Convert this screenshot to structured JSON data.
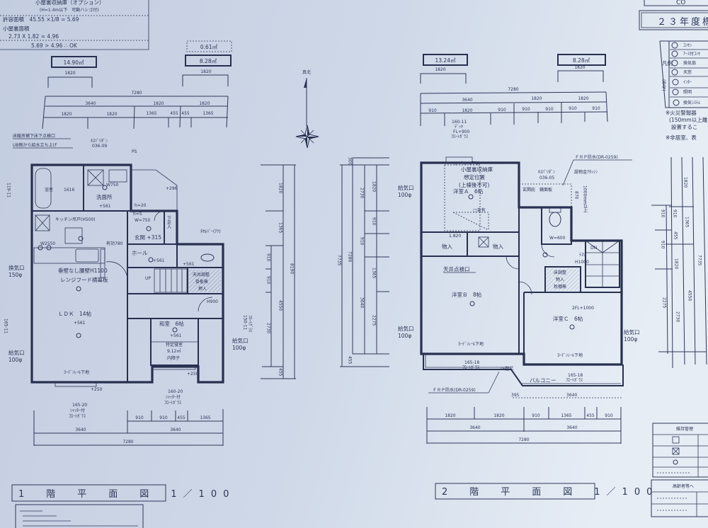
{
  "colors": {
    "paper_left": "#c3cde0",
    "paper_right": "#e3eaf3",
    "ink": "#27304f"
  },
  "notes_box": {
    "lines": [
      "小屋裏収納庫（オプション）",
      "(H=1.4m以下　可動ハシゴ付)",
      "許容面積　45.55 ×1/8 = 5.69",
      "小屋裏面積",
      "2.73 X 1.82 = 4.96",
      "5.69 > 4.96 ∴ OK"
    ]
  },
  "areas": {
    "f1_left": "14.90㎡",
    "f1_dashed": "0.61㎡",
    "f1_right": "8.28㎡",
    "f2_left": "13.24㎡",
    "f2_right": "8.28㎡"
  },
  "north": {
    "label": "真北",
    "icon": "compass-star-icon"
  },
  "floor1": {
    "title": "1　階　平　面　図　1／100",
    "dims_top": [
      "1820",
      "1820",
      "7280",
      "3640",
      "1820",
      "1820",
      "1820",
      "1820",
      "1365",
      "455",
      "455",
      "1365"
    ],
    "dims_bottom": [
      "910",
      "910",
      "455",
      "1365",
      "3640",
      "3640",
      "7280"
    ],
    "dims_right": [
      "910",
      "910",
      "2730",
      "455",
      "1820",
      "1365",
      "4550",
      "8190"
    ],
    "labels": [
      "床暖房補下床下点検口",
      "UB側から給水立ち上げ",
      "ﾎｽﾊﾟﾘﾀﾞﾝ",
      "036-09",
      "PS",
      "浴室",
      "1616",
      "W750",
      "洗面所",
      "+561",
      "+296",
      "h=20",
      "h=5",
      "W=750",
      "玄関 +315",
      "下足入",
      "キッチン吊戸(H500)",
      "W2550",
      "有効780",
      "ホール",
      "+561",
      "ﾀｵﾙﾊﾞｰ(ｱｹ)",
      "+561",
      "垂壁なし腰壁H1100",
      "レンジフード横幕板",
      "UP",
      "天井調整",
      "掛板無",
      "押入",
      "H900",
      "ＬＤＫ　14帖",
      "+561",
      "和室　6帖",
      "+561",
      "特定寝室",
      "9.12㎡",
      "内障子",
      "換気口",
      "150φ",
      "給気口",
      "100φ",
      "給気口",
      "100φ",
      "ﾖｰﾃﾞﾝﾚｰﾙ下地",
      "+250",
      "+250",
      "165-20",
      "ｼｬｯﾀｰ付",
      "ﾌﾛｰﾄｶﾞﾗｽ",
      "160-20",
      "ｼｬｯﾀｰ付",
      "ﾌﾛｰﾄｶﾞﾗｽ",
      "119-11",
      "165-11",
      "150-11",
      "ﾌﾛｰﾄｶﾞﾗｽ"
    ]
  },
  "floor2": {
    "title": "2　階　平　面　図　1／100",
    "dims_top": [
      "1820",
      "1820",
      "7280",
      "3640",
      "1820",
      "1820",
      "910",
      "1820",
      "910",
      "910",
      "910",
      "910",
      "910"
    ],
    "dims_bottom": [
      "395",
      "3640",
      "1820",
      "1820",
      "910",
      "1365",
      "455",
      "910",
      "3640",
      "3640",
      "7280"
    ],
    "dims_left": [
      "7735",
      "7280",
      "300",
      "2730",
      "910",
      "3640",
      "1820",
      "910",
      "1365",
      "2275",
      "455"
    ],
    "dims_right": [
      "1820",
      "910",
      "1365",
      "455",
      "910",
      "910",
      "1820",
      "2275",
      "2730",
      "4550",
      "7735"
    ],
    "labels": [
      "160-11",
      "ﾃﾞｯｷ",
      "FL+900",
      "ﾌﾛｰﾄｶﾞﾗｽ",
      "ﾖｰﾃﾞﾝﾚｰﾙ下地",
      "小屋裏収納庫",
      "想定位置",
      "(上棟後不可)",
      "洋室Ａ　6帖",
      "□束有",
      "1.820",
      "物入",
      "物入",
      "天井点検口",
      "洋室Ｂ　8帖",
      "洋室Ｃ　6帖",
      "ﾖｰﾃﾞﾝﾚｰﾙ下地",
      "ﾖｰﾃﾞﾝﾚｰﾙ下地",
      "165-18",
      "ﾌﾛｰﾄｶﾞﾗｽ",
      "165-18",
      "ﾌﾛｰﾄｶﾞﾗｽ",
      "1F壁芯",
      "バルコニー",
      "ＦＲＰ防水(DR-0259)",
      "ＦＲＰ防水(DR-0259)",
      "ﾎｽﾊﾟﾘﾀﾞﾝ",
      "036-05",
      "設物金ｱﾀｯｼﾝ",
      "玄関庇　鏡面板",
      "870",
      "1000mm以上",
      "W=600",
      "DN",
      "ﾃｽﾘ",
      "H1000",
      "床調整",
      "物入",
      "枕棚無",
      "2FL+1000",
      "給気口",
      "100φ",
      "給気口",
      "100φ",
      "給気口",
      "100φ"
    ]
  },
  "right_panel": {
    "top_fragment": "CO",
    "title": "２３年度標",
    "legend_label": "凡例",
    "legend_note": "(参考)",
    "legend_items": [
      "ｺﾝｾﾝ",
      "ｱｰｽ付ｺﾝｾ",
      "換気扇",
      "天窓",
      "ｲﾝﾀｰ",
      "照明",
      "換気ｼｽﾃﾑ"
    ],
    "notes": [
      "※火災警報器",
      "(150mm以上離",
      "設置するこ",
      "※非居室、表"
    ],
    "table_header": "維持管理",
    "table_header2": "高齢者等へ"
  }
}
